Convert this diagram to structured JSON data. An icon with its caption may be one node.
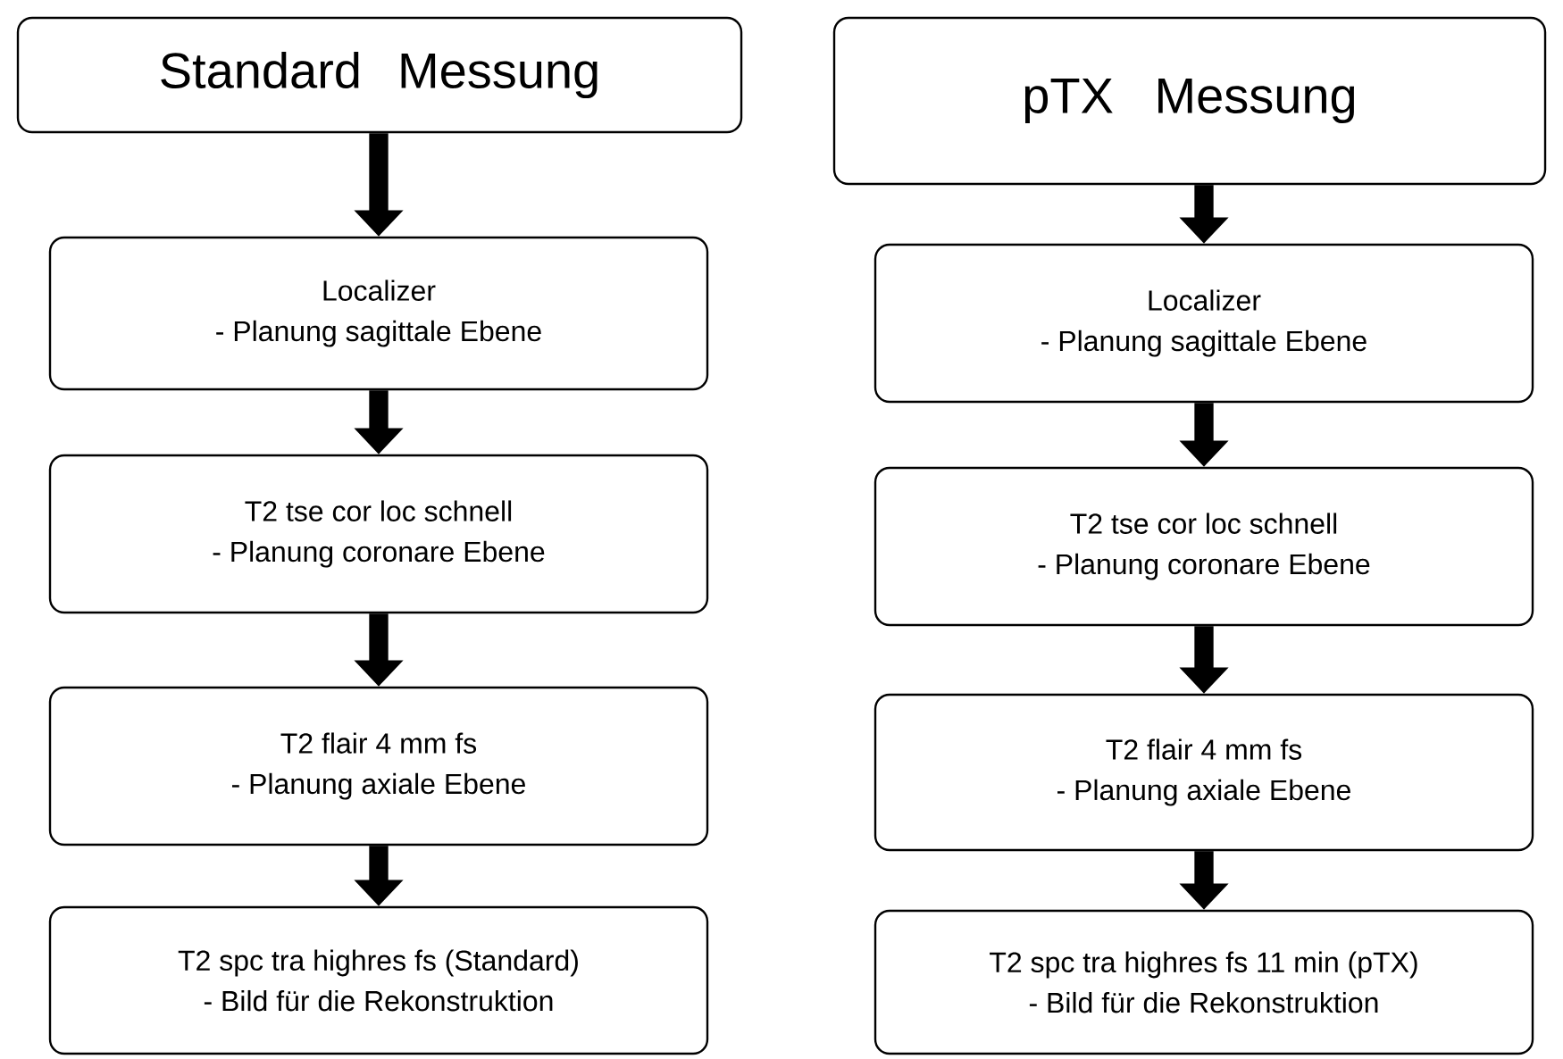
{
  "diagram": {
    "nodes": [
      {
        "text": [
          "Standard Messung"
        ]
      },
      {
        "text": [
          "Localizer",
          "- Planung sagittale Ebene"
        ]
      },
      {
        "text": [
          "T2 tse cor loc schnell",
          "- Planung coronare Ebene"
        ]
      },
      {
        "text": [
          "T2 flair 4 mm fs",
          "- Planung axiale Ebene"
        ]
      },
      {
        "text": [
          "T2 spc tra highres fs (Standard)",
          "- Bild für die Rekonstruktion"
        ]
      },
      {
        "text": [
          "pTX Messung"
        ]
      },
      {
        "text": [
          "Localizer",
          "- Planung sagittale Ebene"
        ]
      },
      {
        "text": [
          "T2 tse cor loc schnell",
          "- Planung coronare Ebene"
        ]
      },
      {
        "text": [
          "T2 flair 4 mm fs",
          "- Planung axiale Ebene"
        ]
      },
      {
        "text": [
          "T2 spc tra highres fs 11 min (pTX)",
          "- Bild für die Rekonstruktion"
        ]
      }
    ],
    "edges": [
      {
        "from": 0,
        "to": 1,
        "arrow": "to"
      },
      {
        "from": 1,
        "to": 2,
        "arrow": "to"
      },
      {
        "from": 2,
        "to": 3,
        "arrow": "to"
      },
      {
        "from": 3,
        "to": 4,
        "arrow": "to"
      },
      {
        "from": 5,
        "to": 6,
        "arrow": "to"
      },
      {
        "from": 6,
        "to": 7,
        "arrow": "to"
      },
      {
        "from": 7,
        "to": 8,
        "arrow": "to"
      },
      {
        "from": 8,
        "to": 9,
        "arrow": "to"
      }
    ]
  }
}
